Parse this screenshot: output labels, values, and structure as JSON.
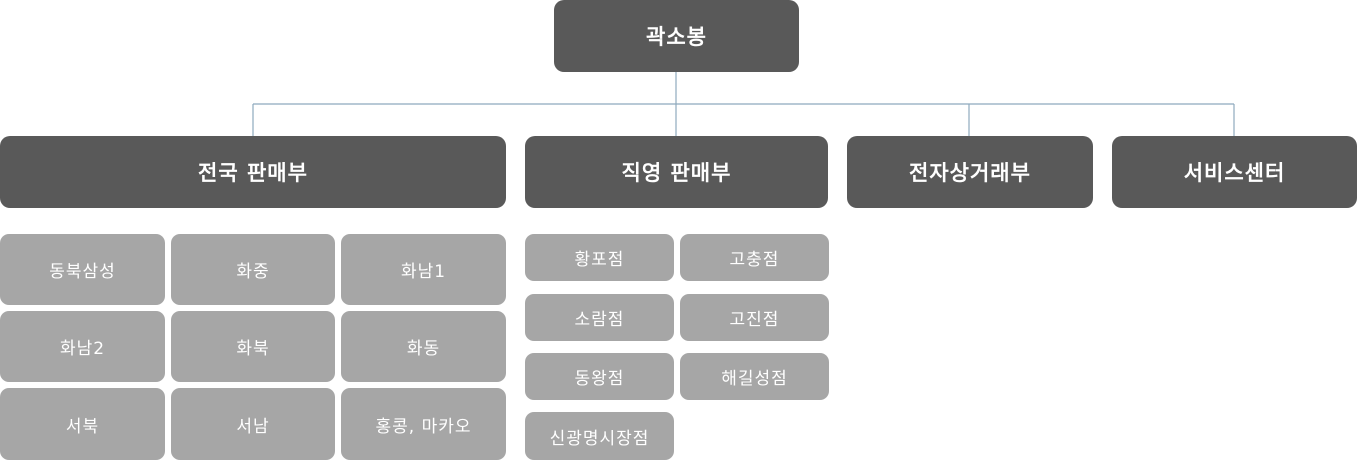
{
  "root": {
    "label": "곽소봉"
  },
  "departments": [
    {
      "label": "전국 판매부"
    },
    {
      "label": "직영 판매부"
    },
    {
      "label": "전자상거래부"
    },
    {
      "label": "서비스센터"
    }
  ],
  "national_branches": [
    {
      "label": "동북삼성"
    },
    {
      "label": "화중"
    },
    {
      "label": "화남1"
    },
    {
      "label": "화남2"
    },
    {
      "label": "화북"
    },
    {
      "label": "화동"
    },
    {
      "label": "서북"
    },
    {
      "label": "서남"
    },
    {
      "label": "홍콩, 마카오"
    }
  ],
  "direct_stores": [
    {
      "label": "황포점"
    },
    {
      "label": "고충점"
    },
    {
      "label": "소람점"
    },
    {
      "label": "고진점"
    },
    {
      "label": "동왕점"
    },
    {
      "label": "해길성점"
    },
    {
      "label": "신광명시장점"
    }
  ],
  "colors": {
    "dark_box": "#595959",
    "light_box": "#a6a6a6",
    "connector": "#8ea9bd",
    "text": "#ffffff"
  }
}
